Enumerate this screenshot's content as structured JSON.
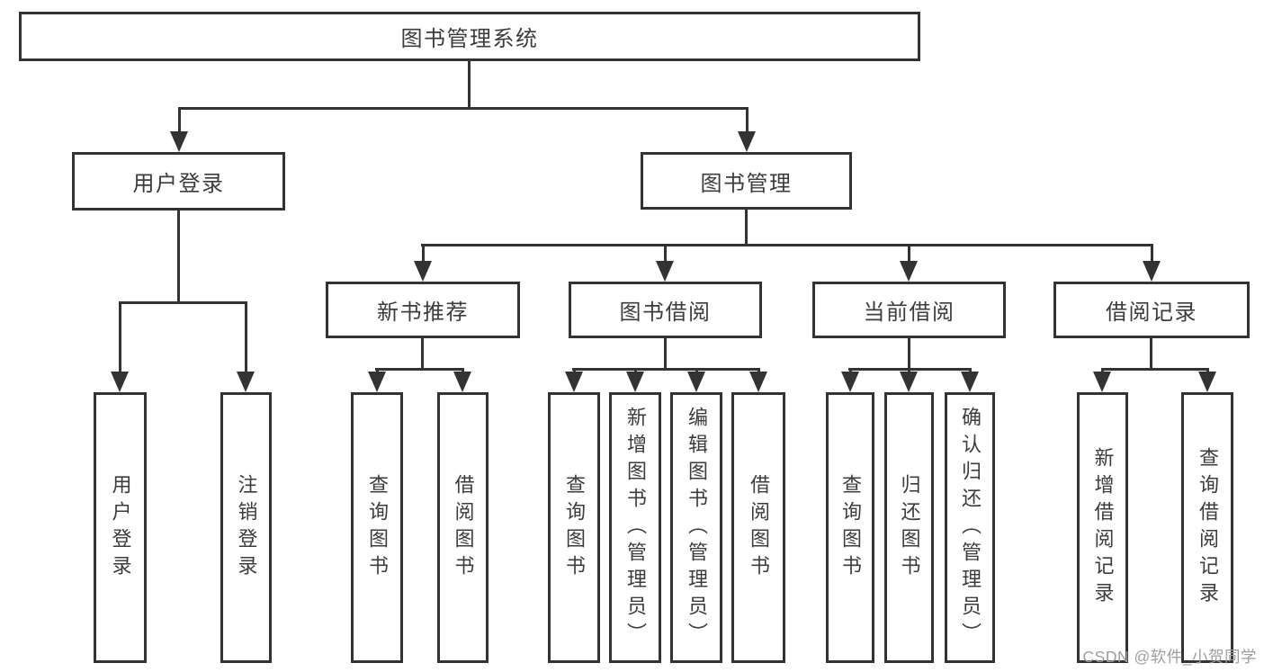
{
  "diagram": {
    "type": "hierarchy-diagram",
    "tree": {
      "label": "图书管理系统",
      "children": [
        {
          "label": "用户登录",
          "children": [
            {
              "label": "用户登录"
            },
            {
              "label": "注销登录"
            }
          ]
        },
        {
          "label": "图书管理",
          "children": [
            {
              "label": "新书推荐",
              "children": [
                {
                  "label": "查询图书"
                },
                {
                  "label": "借阅图书"
                }
              ]
            },
            {
              "label": "图书借阅",
              "children": [
                {
                  "label": "查询图书"
                },
                {
                  "label": "新增图书（管理员）"
                },
                {
                  "label": "编辑图书（管理员）"
                },
                {
                  "label": "借阅图书"
                }
              ]
            },
            {
              "label": "当前借阅",
              "children": [
                {
                  "label": "查询图书"
                },
                {
                  "label": "归还图书"
                },
                {
                  "label": "确认归还（管理员）"
                }
              ]
            },
            {
              "label": "借阅记录",
              "children": [
                {
                  "label": "新增借阅记录"
                },
                {
                  "label": "查询借阅记录"
                }
              ]
            }
          ]
        }
      ]
    },
    "colors": {
      "line": "#333333",
      "box_border": "#333333",
      "text": "#3c3c3c",
      "background": "#ffffff",
      "watermark": "#9e9e9e"
    }
  },
  "watermark": {
    "text": "CSDN @软件_小贺同学"
  }
}
